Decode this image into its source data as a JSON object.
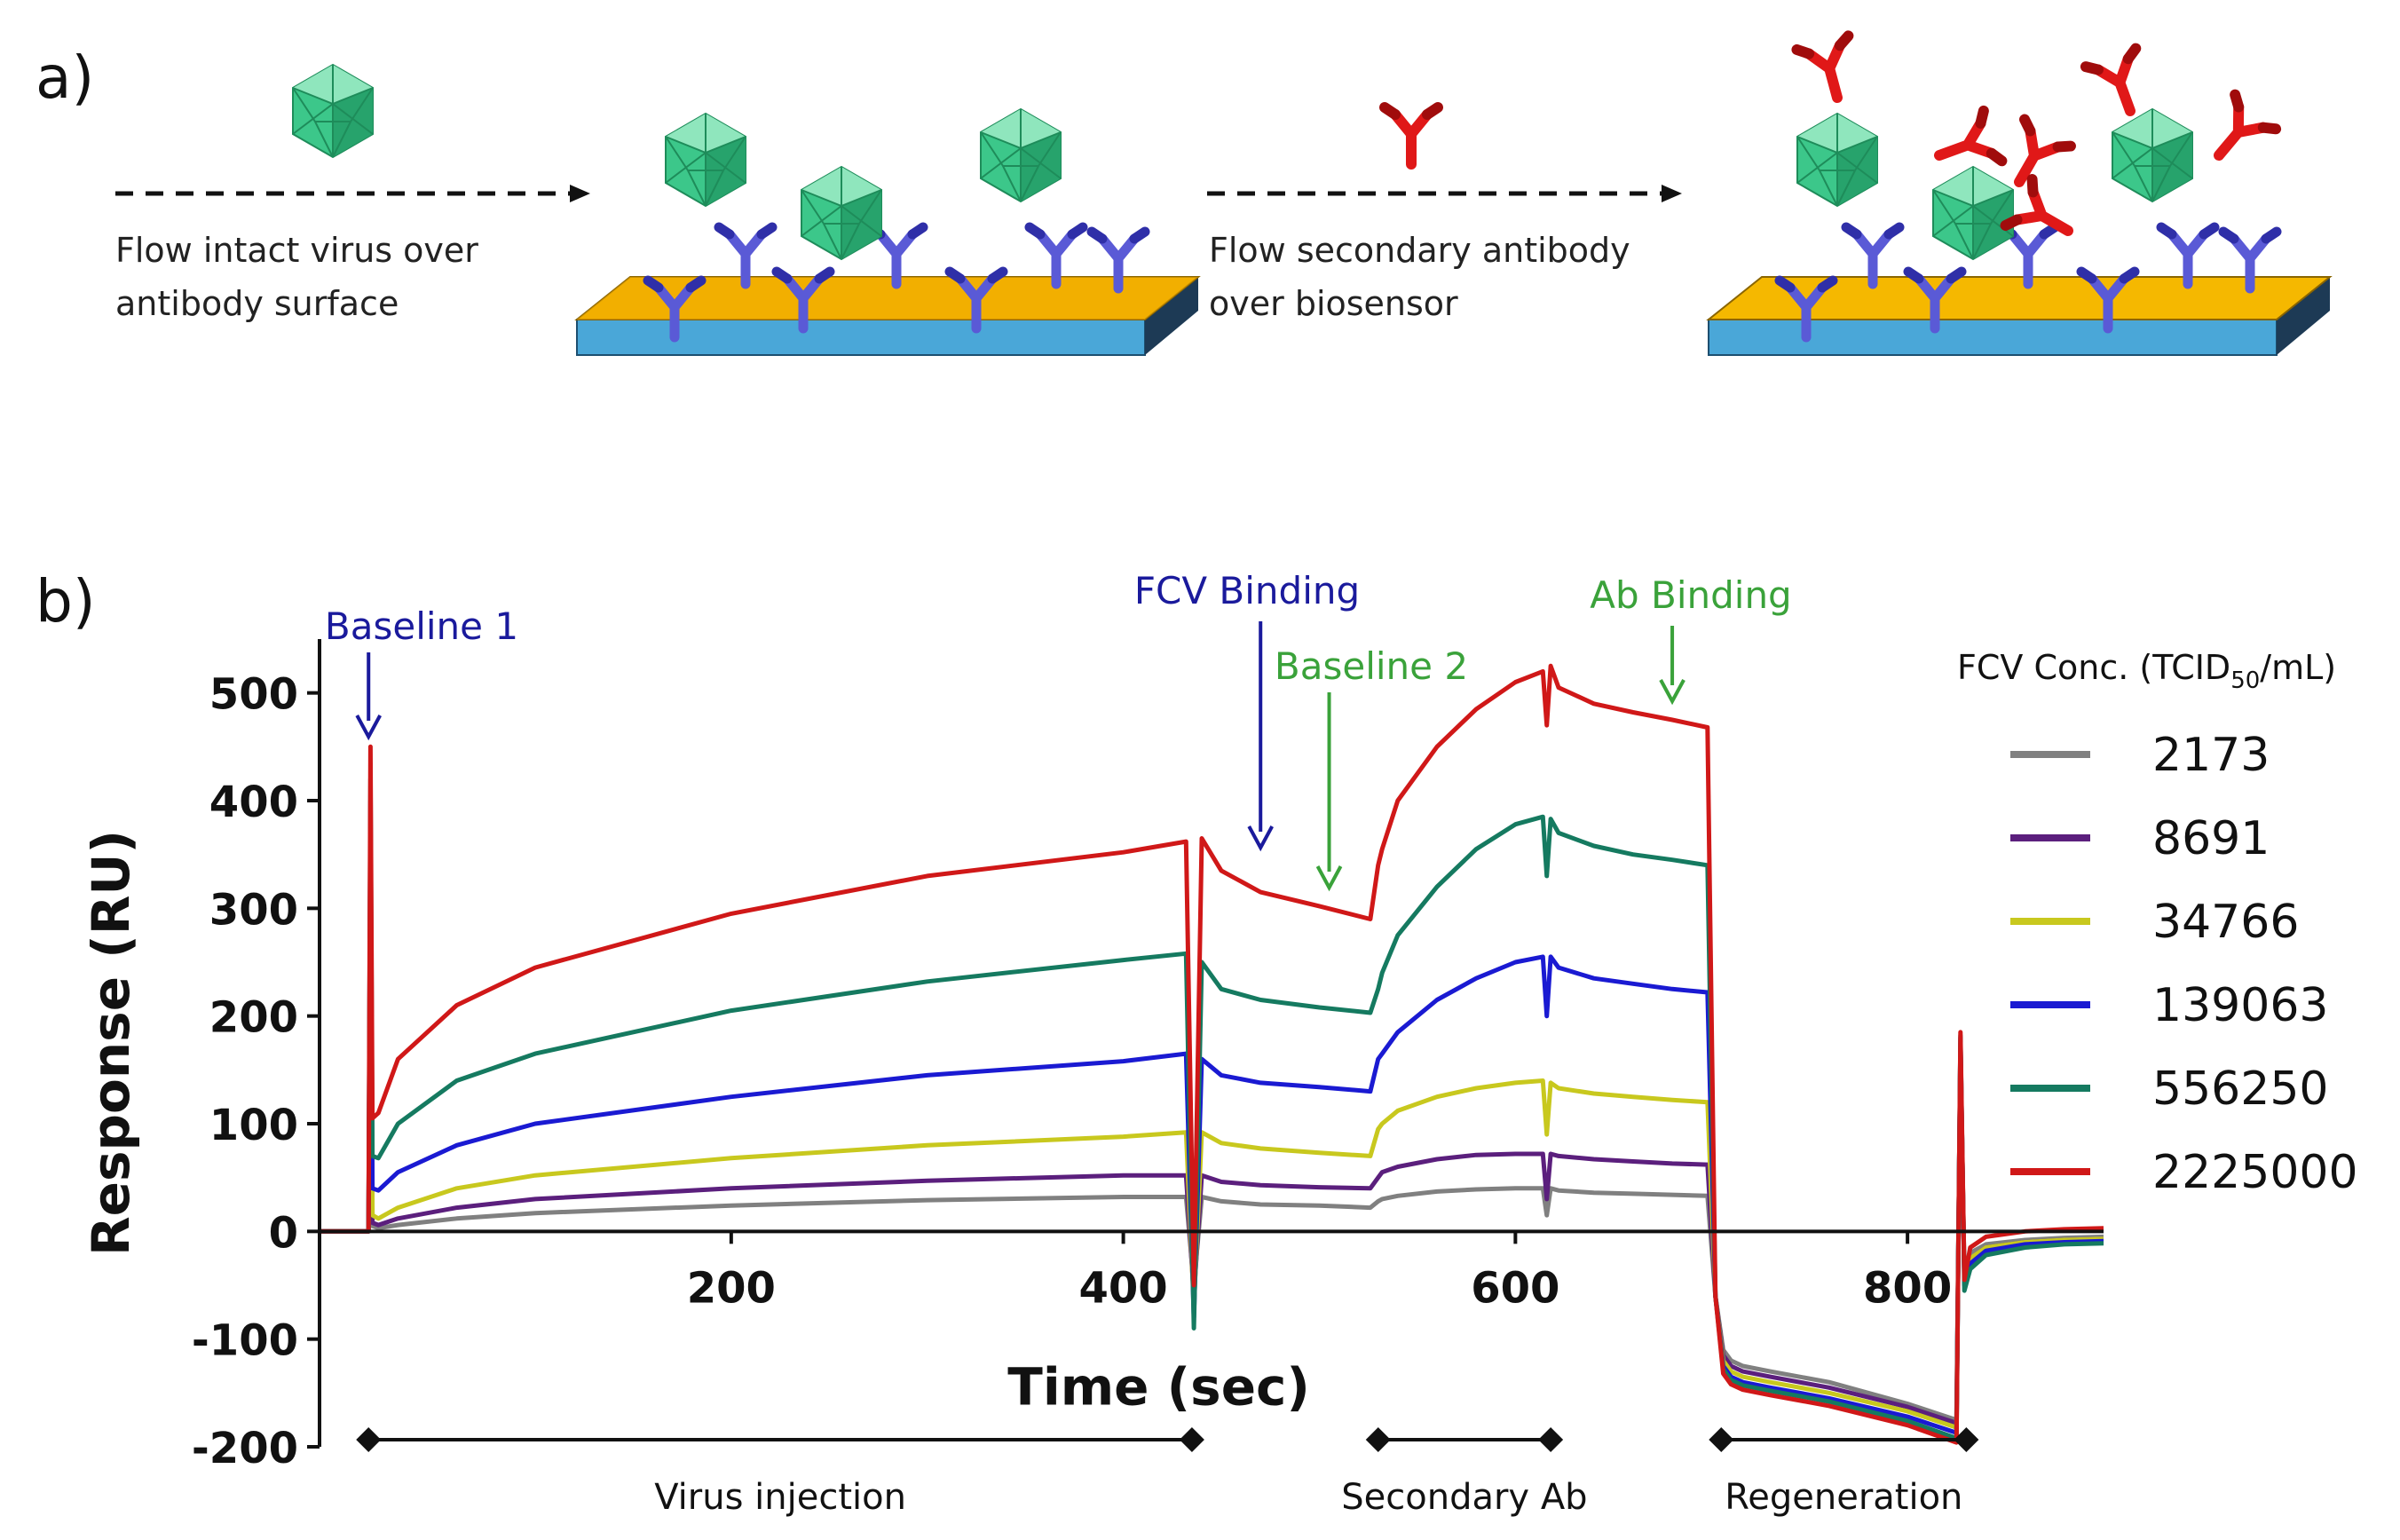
{
  "panel_a": {
    "label": "a)",
    "step1_text": [
      "Flow intact virus over",
      "antibody surface"
    ],
    "step2_text": [
      "Flow secondary antibody",
      "over biosensor"
    ]
  },
  "panel_b": {
    "label": "b)"
  },
  "colors": {
    "virus": "#3cc78a",
    "primary_antibody": "#5a5ad6",
    "secondary_antibody": "#e01818",
    "sensor_gold": "#f5b800",
    "sensor_blue": "#4aa7d8"
  },
  "chart_data": {
    "type": "line",
    "xlabel": "Time (sec)",
    "ylabel": "Response  (RU)",
    "xlim": [
      -10,
      900
    ],
    "ylim": [
      -200,
      550
    ],
    "xticks": [
      200,
      400,
      600,
      800
    ],
    "yticks": [
      -200,
      -100,
      0,
      100,
      200,
      300,
      400,
      500
    ],
    "grid": false,
    "legend": {
      "title_main": "FCV Conc. (TCID",
      "title_sub": "50",
      "title_end": "/mL)",
      "placement": "right"
    },
    "series": [
      {
        "name": "2173",
        "color": "#808080",
        "x": [
          -10,
          15,
          16,
          17,
          20,
          30,
          60,
          100,
          200,
          300,
          400,
          432,
          436,
          440,
          450,
          470,
          500,
          526,
          530,
          532,
          540,
          560,
          580,
          600,
          614,
          616,
          618,
          622,
          640,
          660,
          680,
          698,
          702,
          706,
          710,
          716,
          730,
          760,
          800,
          825,
          827,
          829,
          832,
          840,
          860,
          880,
          900
        ],
        "y": [
          0,
          0,
          300,
          5,
          3,
          6,
          12,
          17,
          24,
          29,
          32,
          32,
          -50,
          32,
          28,
          25,
          24,
          22,
          28,
          30,
          33,
          37,
          39,
          40,
          40,
          15,
          40,
          38,
          36,
          35,
          34,
          33,
          -60,
          -110,
          -120,
          -125,
          -130,
          -140,
          -160,
          -175,
          170,
          -40,
          -20,
          -12,
          -8,
          -6,
          -5
        ]
      },
      {
        "name": "8691",
        "color": "#5b1f7d",
        "x": [
          -10,
          15,
          16,
          17,
          20,
          30,
          60,
          100,
          200,
          300,
          400,
          432,
          436,
          440,
          450,
          470,
          500,
          526,
          530,
          532,
          540,
          560,
          580,
          600,
          614,
          616,
          618,
          622,
          640,
          660,
          680,
          698,
          702,
          706,
          710,
          716,
          730,
          760,
          800,
          825,
          827,
          829,
          832,
          840,
          860,
          880,
          900
        ],
        "y": [
          0,
          0,
          350,
          8,
          6,
          12,
          22,
          30,
          40,
          47,
          52,
          52,
          -60,
          52,
          46,
          43,
          41,
          40,
          50,
          55,
          60,
          67,
          71,
          72,
          72,
          30,
          72,
          70,
          67,
          65,
          63,
          62,
          -60,
          -115,
          -125,
          -130,
          -135,
          -145,
          -163,
          -178,
          175,
          -45,
          -25,
          -15,
          -10,
          -8,
          -7
        ]
      },
      {
        "name": "34766",
        "color": "#c8c81e",
        "x": [
          -10,
          15,
          16,
          17,
          20,
          30,
          60,
          100,
          200,
          300,
          400,
          432,
          436,
          440,
          450,
          470,
          500,
          526,
          530,
          532,
          540,
          560,
          580,
          600,
          614,
          616,
          618,
          622,
          640,
          660,
          680,
          698,
          702,
          706,
          710,
          716,
          730,
          760,
          800,
          825,
          827,
          829,
          832,
          840,
          860,
          880,
          900
        ],
        "y": [
          0,
          0,
          380,
          15,
          12,
          22,
          40,
          52,
          68,
          80,
          88,
          92,
          -70,
          92,
          82,
          77,
          73,
          70,
          95,
          100,
          112,
          125,
          133,
          138,
          140,
          90,
          138,
          133,
          128,
          125,
          122,
          120,
          -60,
          -120,
          -130,
          -135,
          -140,
          -150,
          -167,
          -182,
          178,
          -45,
          -25,
          -15,
          -10,
          -8,
          -7
        ]
      },
      {
        "name": "139063",
        "color": "#1a1ad2",
        "x": [
          -10,
          15,
          16,
          17,
          20,
          30,
          60,
          100,
          200,
          300,
          400,
          432,
          436,
          440,
          450,
          470,
          500,
          526,
          530,
          532,
          540,
          560,
          580,
          600,
          614,
          616,
          618,
          622,
          640,
          660,
          680,
          698,
          702,
          706,
          710,
          716,
          730,
          760,
          800,
          825,
          827,
          829,
          832,
          840,
          860,
          880,
          900
        ],
        "y": [
          0,
          0,
          400,
          40,
          38,
          55,
          80,
          100,
          125,
          145,
          158,
          165,
          -80,
          160,
          145,
          138,
          134,
          130,
          160,
          165,
          185,
          215,
          235,
          250,
          255,
          200,
          255,
          245,
          235,
          230,
          225,
          222,
          -60,
          -125,
          -135,
          -140,
          -145,
          -155,
          -172,
          -187,
          180,
          -50,
          -30,
          -18,
          -12,
          -10,
          -9
        ]
      },
      {
        "name": "556250",
        "color": "#157a60",
        "x": [
          -10,
          15,
          16,
          17,
          20,
          30,
          60,
          100,
          200,
          300,
          400,
          432,
          436,
          440,
          450,
          470,
          500,
          526,
          530,
          532,
          540,
          560,
          580,
          600,
          614,
          616,
          618,
          622,
          640,
          660,
          680,
          698,
          702,
          706,
          710,
          716,
          730,
          760,
          800,
          825,
          827,
          829,
          832,
          840,
          860,
          880,
          900
        ],
        "y": [
          0,
          0,
          420,
          70,
          68,
          100,
          140,
          165,
          205,
          232,
          252,
          258,
          -90,
          250,
          225,
          215,
          208,
          203,
          225,
          240,
          275,
          320,
          355,
          378,
          385,
          330,
          383,
          370,
          358,
          350,
          345,
          340,
          -60,
          -128,
          -138,
          -143,
          -148,
          -158,
          -176,
          -192,
          182,
          -55,
          -35,
          -22,
          -15,
          -12,
          -11
        ]
      },
      {
        "name": "2225000",
        "color": "#d01818",
        "x": [
          -10,
          15,
          16,
          17,
          20,
          30,
          60,
          100,
          200,
          300,
          400,
          432,
          436,
          440,
          450,
          470,
          500,
          526,
          530,
          532,
          540,
          560,
          580,
          600,
          614,
          616,
          618,
          622,
          640,
          660,
          680,
          698,
          702,
          706,
          710,
          716,
          730,
          760,
          800,
          825,
          827,
          829,
          832,
          840,
          860,
          880,
          900
        ],
        "y": [
          0,
          0,
          450,
          105,
          110,
          160,
          210,
          245,
          295,
          330,
          352,
          362,
          -50,
          365,
          335,
          315,
          302,
          290,
          340,
          355,
          400,
          450,
          485,
          510,
          520,
          470,
          525,
          505,
          490,
          482,
          475,
          468,
          -60,
          -132,
          -142,
          -147,
          -152,
          -162,
          -180,
          -196,
          185,
          -45,
          -15,
          -5,
          0,
          2,
          3
        ]
      }
    ],
    "annotations": [
      {
        "text": "Baseline 1",
        "x": 15,
        "color": "#1a1a9c"
      },
      {
        "text": "FCV Binding",
        "x": 470,
        "color": "#1a1a9c"
      },
      {
        "text": "Baseline 2",
        "x": 505,
        "color": "#3aa23a"
      },
      {
        "text": "Ab Binding",
        "x": 680,
        "color": "#3aa23a"
      }
    ],
    "phases": [
      {
        "label": "Virus injection",
        "start": 15,
        "end": 435
      },
      {
        "label": "Secondary Ab",
        "start": 530,
        "end": 618
      },
      {
        "label": "Regeneration",
        "start": 705,
        "end": 830
      }
    ]
  }
}
